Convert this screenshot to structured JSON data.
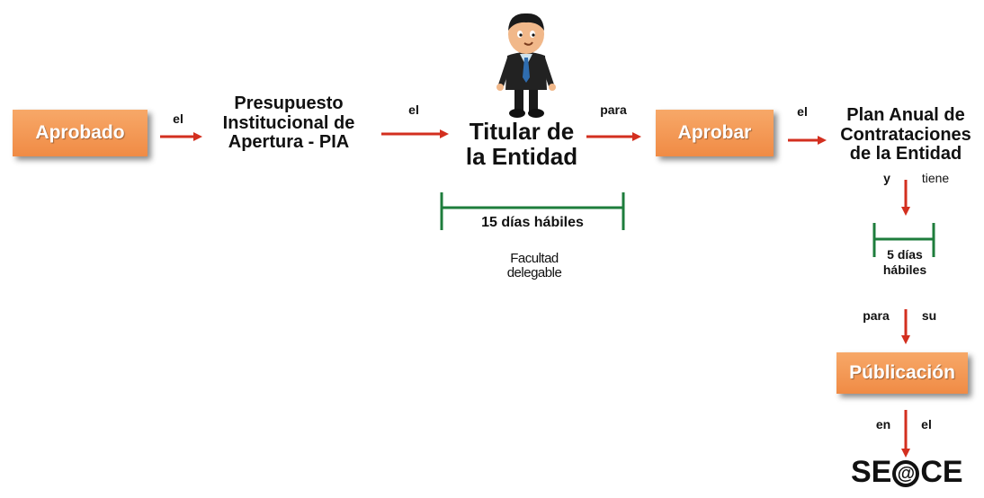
{
  "colors": {
    "box": "#f08b45",
    "arrow": "#d32f1f",
    "bracket": "#1e7d3c",
    "box_text": "#ffffff"
  },
  "nodes": {
    "aprobado": "Aprobado",
    "pia": [
      "Presupuesto",
      "Institucional de",
      "Apertura - PIA"
    ],
    "titular": [
      "Titular de",
      "la Entidad"
    ],
    "aprobar": "Aprobar",
    "pac": [
      "Plan Anual de",
      "Contrataciones",
      "de la Entidad"
    ],
    "publicacion": "Públicación"
  },
  "connectors": {
    "el_1": "el",
    "el_2": "el",
    "para_1": "para",
    "el_3": "el",
    "y": "y",
    "tiene": "tiene",
    "para_2": "para",
    "su": "su",
    "en": "en",
    "el_4": "el"
  },
  "durations": {
    "titular": "15 días hábiles",
    "pac_line1": "5 días",
    "pac_line2": "hábiles"
  },
  "notes": {
    "facultad_1": "Facultad",
    "facultad_2": "delegable"
  },
  "logo": {
    "prefix": "SE",
    "at": "@",
    "suffix": "CE"
  },
  "icons": {
    "person": "businessman-icon"
  }
}
